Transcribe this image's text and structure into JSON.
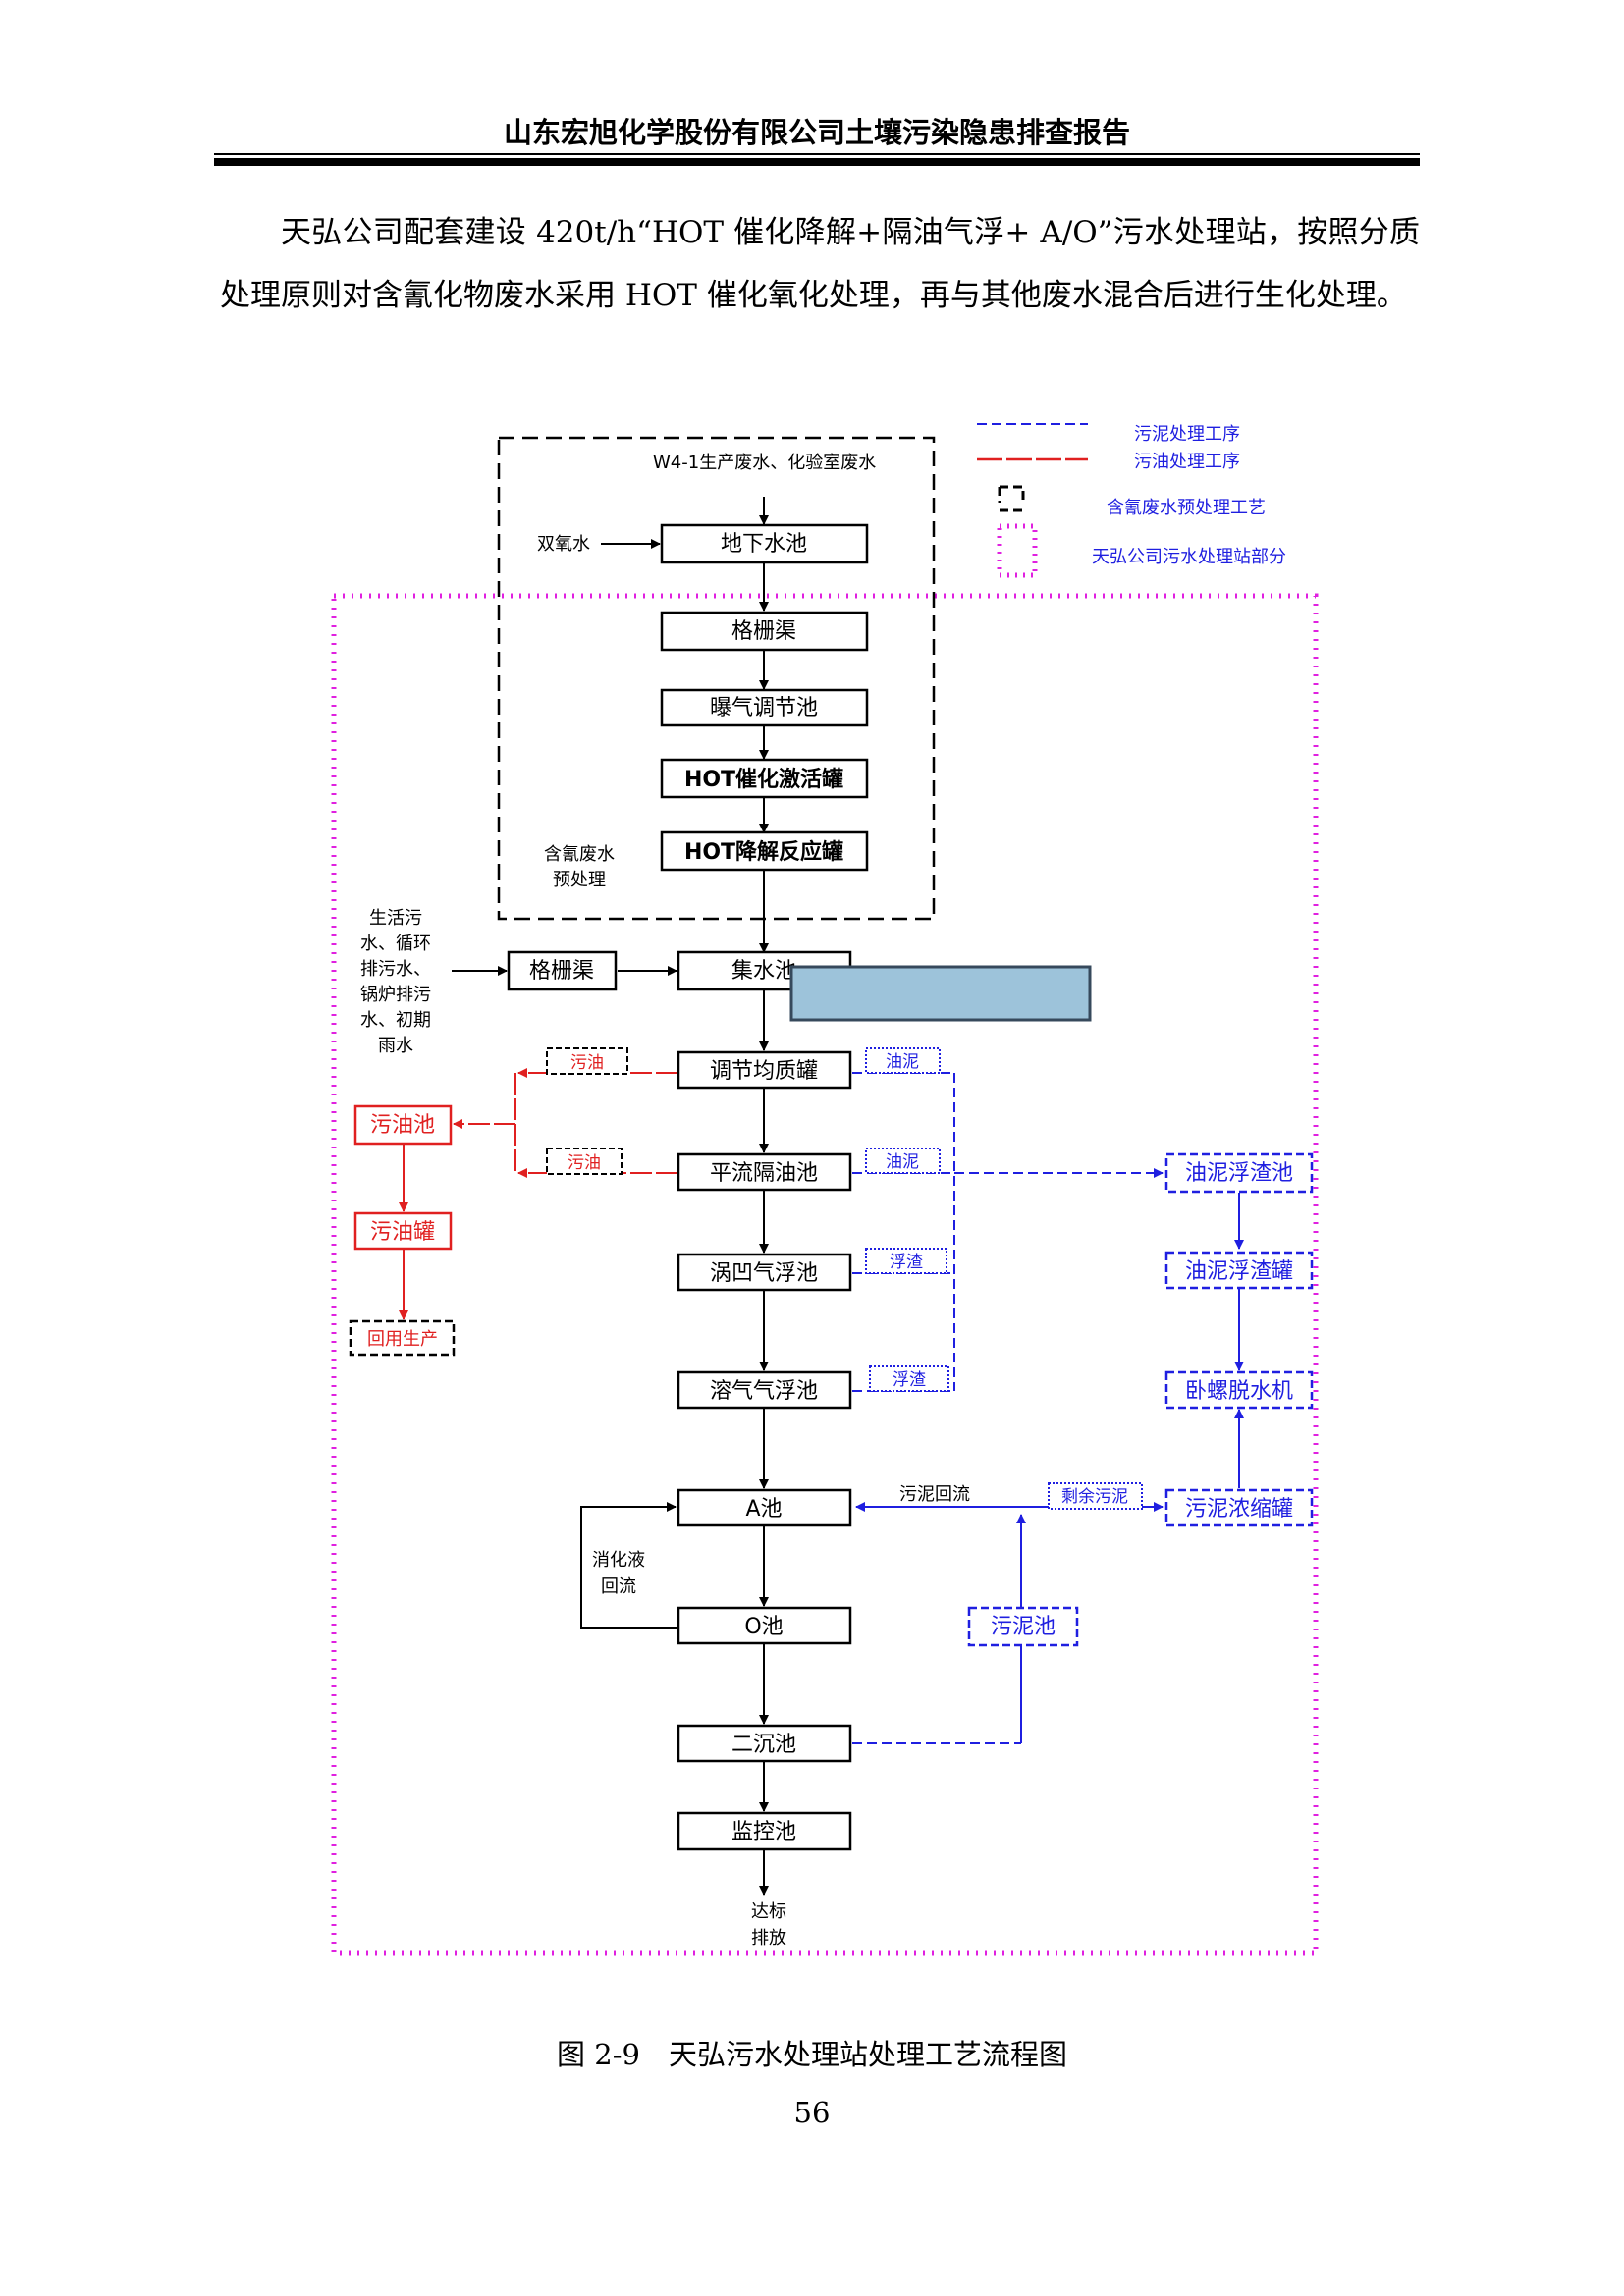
{
  "header": {
    "title": "山东宏旭化学股份有限公司土壤污染隐患排查报告"
  },
  "body": {
    "paragraph": "天弘公司配套建设 420t/h“HOT 催化降解+隔油气浮+ A/O”污水处理站，按照分质处理原则对含氰化物废水采用 HOT 催化氧化处理，再与其他废水混合后进行生化处理。"
  },
  "colors": {
    "sludge_line": "#1f1fe0",
    "oil_line": "#e02020",
    "station_boundary": "#e020e0",
    "black": "#000000",
    "overlay": "#9dc3da"
  },
  "legend": {
    "sludge": "污泥处理工序",
    "oil": "污油处理工序",
    "pretreat": "含氰废水预处理工艺",
    "station": "天弘公司污水处理站部分"
  },
  "flow": {
    "source": "W4-1生产废水、化验室废水",
    "h2o2": "双氧水",
    "groundwater_pool": "地下水池",
    "grid_channel": "格栅渠",
    "aeration_pool": "曝气调节池",
    "hot_activation": "HOT催化激活罐",
    "hot_reaction": "HOT降解反应罐",
    "cyanide_label": [
      "含氰废水",
      "预处理"
    ],
    "other_water": [
      "生活污",
      "水、循环",
      "排污水、",
      "锅炉排污",
      "水、初期",
      "雨水"
    ],
    "grid_channel_2": "格栅渠",
    "collection_pool": "集水池",
    "equalization_tank": "调节均质罐",
    "oil_separator": "平流隔油池",
    "vortex_flotation": "涡凹气浮池",
    "dissolved_flotation": "溶气气浮池",
    "a_pool": "A池",
    "o_pool": "O池",
    "clarifier": "二沉池",
    "monitor_pool": "监控池",
    "discharge": [
      "达标",
      "排放"
    ],
    "nitrification_return": [
      "消化液",
      "回流"
    ],
    "sludge_return": "污泥回流",
    "excess_sludge": "剩余污泥",
    "sludge_pool": "污泥池",
    "oil_sludge_scum_pool": "油泥浮渣池",
    "oil_sludge_scum_tank": "油泥浮渣罐",
    "decanter": "卧螺脱水机",
    "sludge_thickener": "污泥浓缩罐",
    "waste_oil_pool": "污油池",
    "waste_oil_tank": "污油罐",
    "reuse": "回用生产",
    "waste_oil_1": "污油",
    "waste_oil_2": "污油",
    "oil_sludge_1": "油泥",
    "oil_sludge_2": "油泥",
    "scum_1": "浮渣",
    "scum_2": "浮渣"
  },
  "figure": {
    "caption": "图 2-9　天弘污水处理站处理工艺流程图"
  },
  "footer": {
    "page_number": "56"
  }
}
